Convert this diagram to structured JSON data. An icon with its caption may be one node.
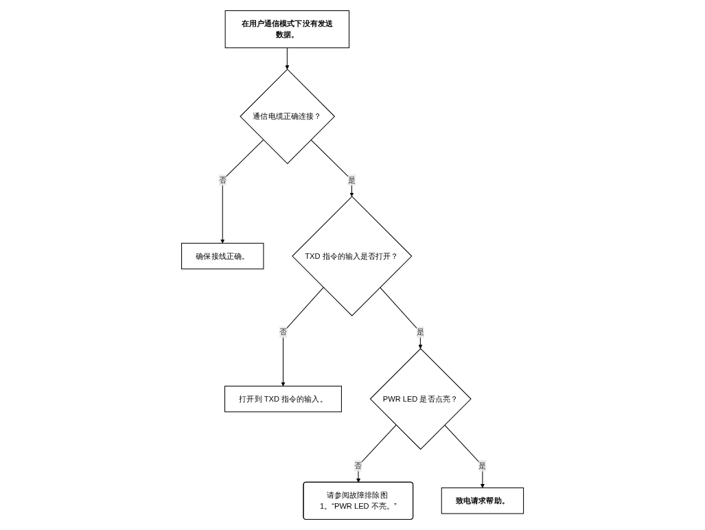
{
  "diagram": {
    "nodes": [
      {
        "text": [
          "在用户通信模式下没有发送数据。"
        ]
      },
      {
        "text": [
          "通信电缆正确连接？"
        ]
      },
      {
        "text": [
          "确保接线正确。"
        ]
      },
      {
        "text": [
          "TXD 指令的输入是否打开？"
        ]
      },
      {
        "text": [
          "打开到 TXD 指令的输入。"
        ]
      },
      {
        "text": [
          "PWR LED 是否点亮？"
        ]
      },
      {
        "text": [
          "请参阅故障排除图 1。“PWR LED 不亮。”"
        ]
      },
      {
        "text": [
          "致电请求帮助。"
        ]
      }
    ],
    "edges": [
      {
        "from": 0,
        "to": 1,
        "arrow": "to"
      },
      {
        "from": 1,
        "to": 2,
        "arrow": "to",
        "label": "否"
      },
      {
        "from": 1,
        "to": 3,
        "arrow": "to",
        "label": "是"
      },
      {
        "from": 3,
        "to": 4,
        "arrow": "to",
        "label": "否"
      },
      {
        "from": 3,
        "to": 5,
        "arrow": "to",
        "label": "是"
      },
      {
        "from": 5,
        "to": 6,
        "arrow": "to",
        "label": "否"
      },
      {
        "from": 5,
        "to": 7,
        "arrow": "to",
        "label": "是"
      }
    ]
  }
}
